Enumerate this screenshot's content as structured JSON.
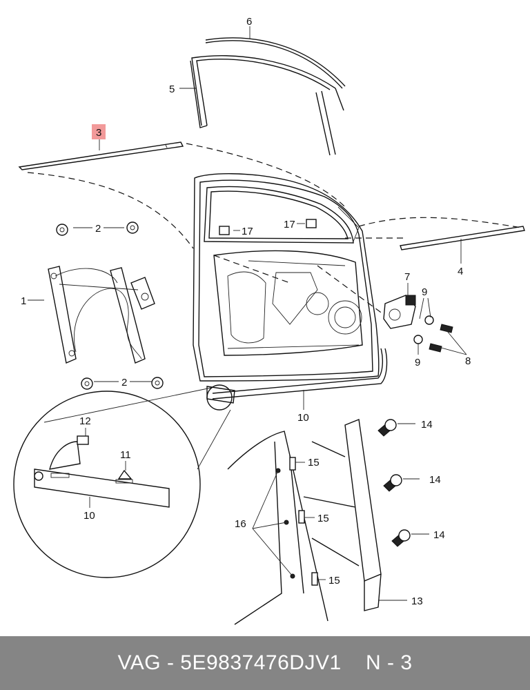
{
  "callouts": {
    "c1": "1",
    "c2a": "2",
    "c2b": "2",
    "c3": "3",
    "c4": "4",
    "c5": "5",
    "c6": "6",
    "c7": "7",
    "c8": "8",
    "c9a": "9",
    "c9b": "9",
    "c10a": "10",
    "c10b": "10",
    "c11": "11",
    "c12": "12",
    "c13": "13",
    "c14a": "14",
    "c14b": "14",
    "c14c": "14",
    "c15a": "15",
    "c15b": "15",
    "c15c": "15",
    "c16": "16",
    "c17a": "17",
    "c17b": "17"
  },
  "highlight_color": "#f29a9a",
  "footer": {
    "brand": "VAG",
    "separator": "-",
    "part_number": "5E9837476DJV1",
    "position_code": "N - 3",
    "background": "#858585"
  }
}
